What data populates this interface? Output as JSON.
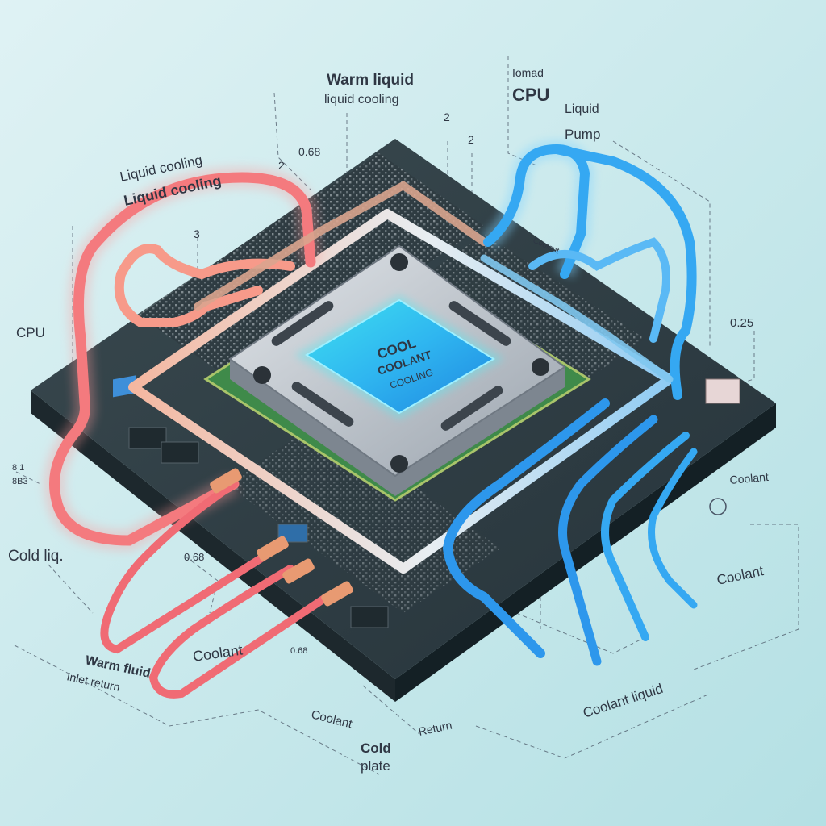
{
  "colors": {
    "background_top": "#d9eef2",
    "background_bottom": "#b7e2e6",
    "board": "#2c3a40",
    "board_edge": "#1c262b",
    "warm_tube": "#f47a7e",
    "cool_tube": "#35a8f2",
    "cold_plate_center": "#3ec9f0",
    "bracket": "#b9c0c8"
  },
  "labels": {
    "warm_liquid_top": "Warm liquid",
    "liquid_cooling_top": "liquid cooling",
    "cpu_top_small": "Iomad",
    "cpu_top": "CPU",
    "liquid_top_right": "Liquid",
    "pump": "Pump",
    "liquid_cooling_left_1": "Liquid cooling",
    "liquid_cooling_left_2": "Liquid cooling",
    "cpu_left": "CPU",
    "num_2_a": "2",
    "num_2_b": "2",
    "num_2_c": "2",
    "num_3": "3",
    "code_068": "0.68",
    "code_025": "0.25",
    "cold_liq_left": "Cold liq.",
    "left_small_1": "8 1",
    "left_small_2": "8B3",
    "warm_fluid": "Warm fluid",
    "return_inlet": "Inlet return",
    "coolant_mid": "Coolant",
    "coolant_bottom": "Coolant",
    "cold_plate_1": "Cold",
    "cold_plate_2": "plate",
    "return_bottom": "Return",
    "coolant_right_a": "Coolant",
    "coolant_right_b": "Coolant",
    "coolant_right_c": "Coolant",
    "coolant_liquid_bottom_right": "Coolant liquid",
    "cpu_chip_1": "COOL",
    "cpu_chip_2": "COOLANT",
    "cpu_chip_3": "COOLING",
    "mid_small_a": "0.68",
    "mid_small_b": "0.68"
  }
}
